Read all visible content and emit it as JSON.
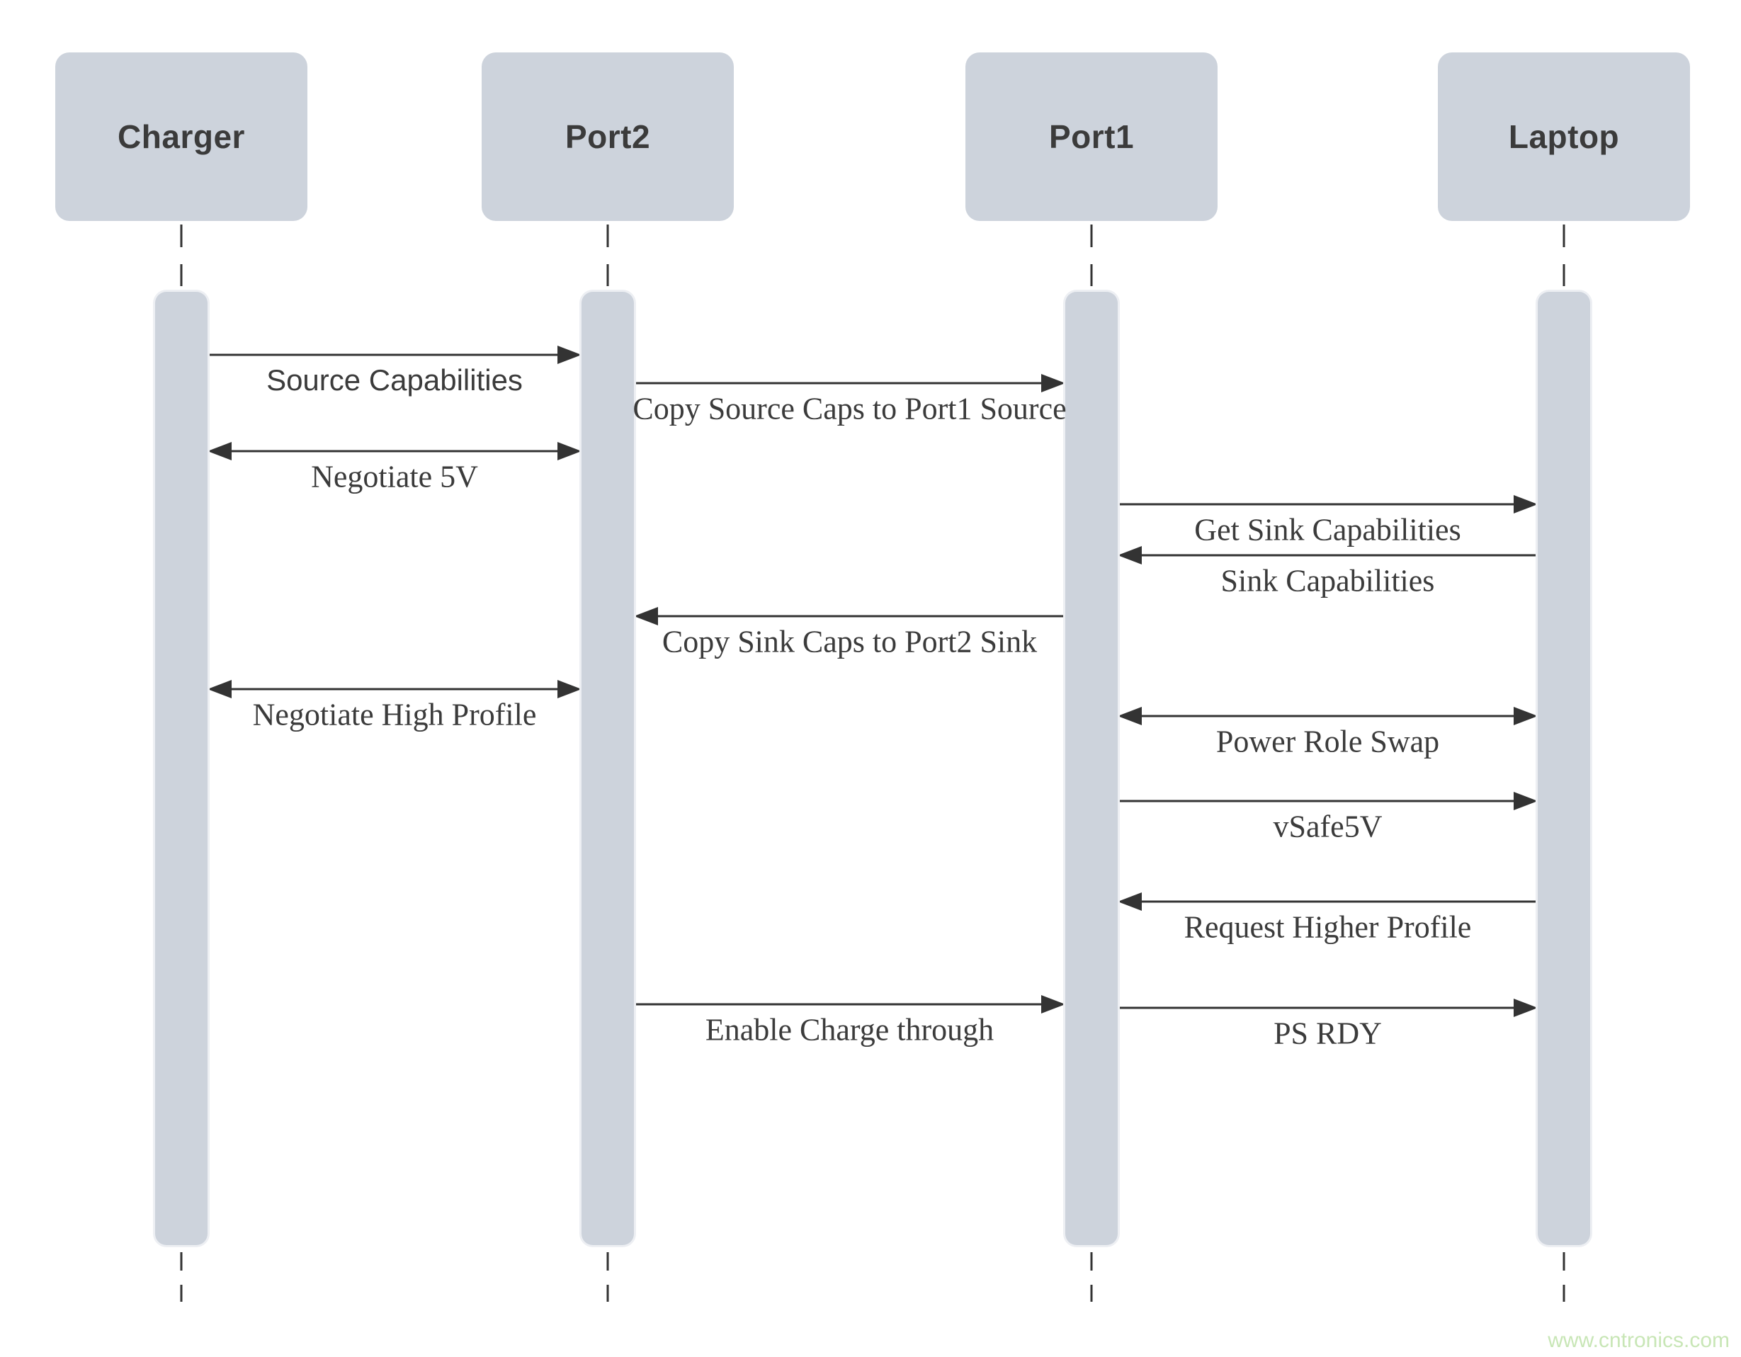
{
  "diagram": {
    "type": "sequence-diagram",
    "actors": [
      {
        "id": "charger",
        "label": "Charger"
      },
      {
        "id": "port2",
        "label": "Port2"
      },
      {
        "id": "port1",
        "label": "Port1"
      },
      {
        "id": "laptop",
        "label": "Laptop"
      }
    ],
    "messages": [
      {
        "from": "charger",
        "to": "port2",
        "label": "Source Capabilities",
        "bidirectional": false
      },
      {
        "from": "port2",
        "to": "port1",
        "label": "Copy Source Caps to Port1 Source",
        "bidirectional": false
      },
      {
        "from": "charger",
        "to": "port2",
        "label": "Negotiate 5V",
        "bidirectional": true
      },
      {
        "from": "port1",
        "to": "laptop",
        "label": "Get Sink Capabilities",
        "bidirectional": false
      },
      {
        "from": "laptop",
        "to": "port1",
        "label": "Sink Capabilities",
        "bidirectional": false
      },
      {
        "from": "port1",
        "to": "port2",
        "label": "Copy Sink Caps to Port2 Sink",
        "bidirectional": false
      },
      {
        "from": "charger",
        "to": "port2",
        "label": "Negotiate High Profile",
        "bidirectional": true
      },
      {
        "from": "port1",
        "to": "laptop",
        "label": "Power Role Swap",
        "bidirectional": true
      },
      {
        "from": "port1",
        "to": "laptop",
        "label": "vSafe5V",
        "bidirectional": false
      },
      {
        "from": "laptop",
        "to": "port1",
        "label": "Request Higher Profile",
        "bidirectional": false
      },
      {
        "from": "port2",
        "to": "port1",
        "label": "Enable Charge through",
        "bidirectional": false
      },
      {
        "from": "port1",
        "to": "laptop",
        "label": "PS RDY",
        "bidirectional": false
      }
    ],
    "watermark": "www.cntronics.com",
    "colors": {
      "actor_fill": "#cdd3dc",
      "activation_fill": "#cdd3dc",
      "line": "#333333",
      "text": "#3b3b3b",
      "watermark": "#c8e6b6",
      "background": "#ffffff"
    }
  }
}
